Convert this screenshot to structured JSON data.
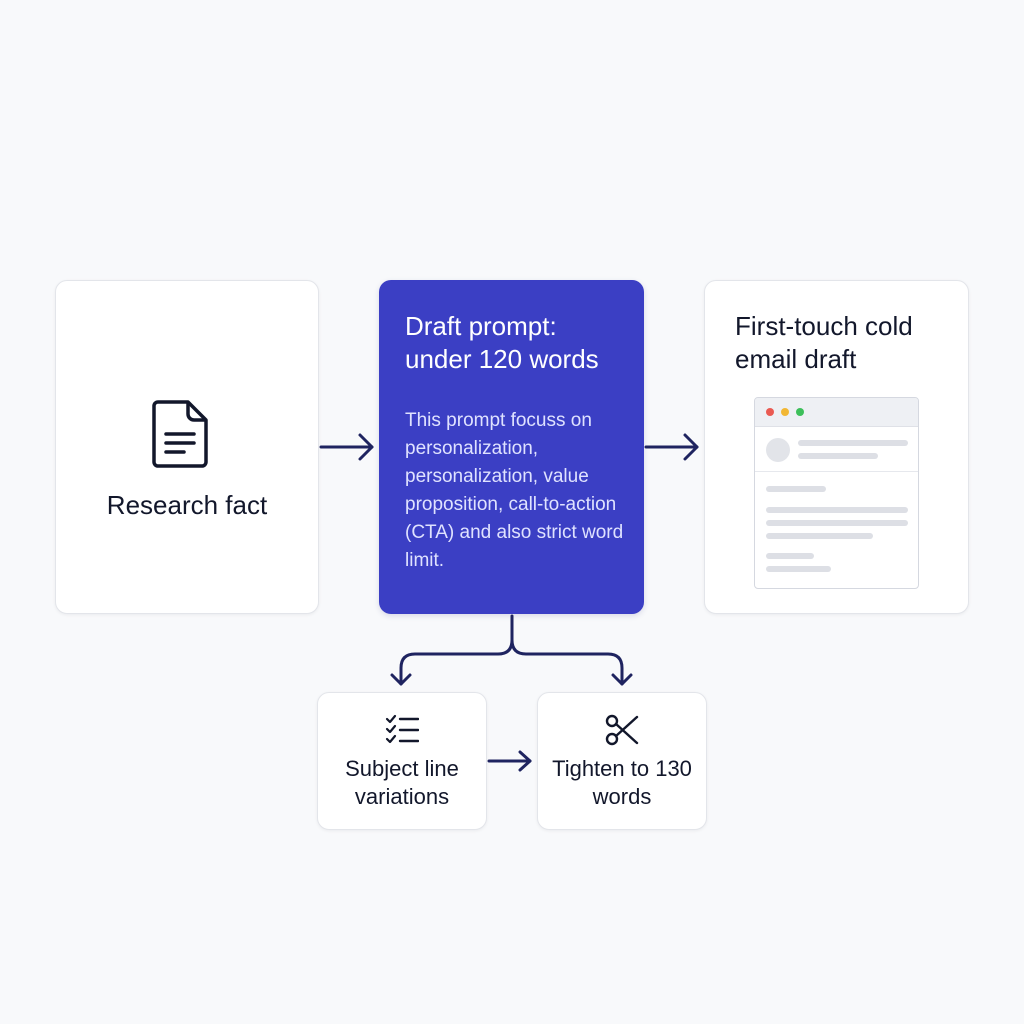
{
  "research": {
    "label": "Research fact",
    "icon": "document-icon"
  },
  "draft": {
    "title": "Draft prompt: under 120 words",
    "body": "This prompt focuss on personalization, personalization, value proposition, call-to-action (CTA) and also strict word limit."
  },
  "output": {
    "title": "First-touch cold email draft",
    "icon": "email-window-icon"
  },
  "subject": {
    "label": "Subject line variations",
    "icon": "checklist-icon"
  },
  "tighten": {
    "label": "Tighten to 130 words",
    "icon": "scissors-icon"
  },
  "colors": {
    "background": "#f8f9fb",
    "accent": "#3b3fc4",
    "arrow": "#1f2460",
    "text": "#12172b"
  }
}
